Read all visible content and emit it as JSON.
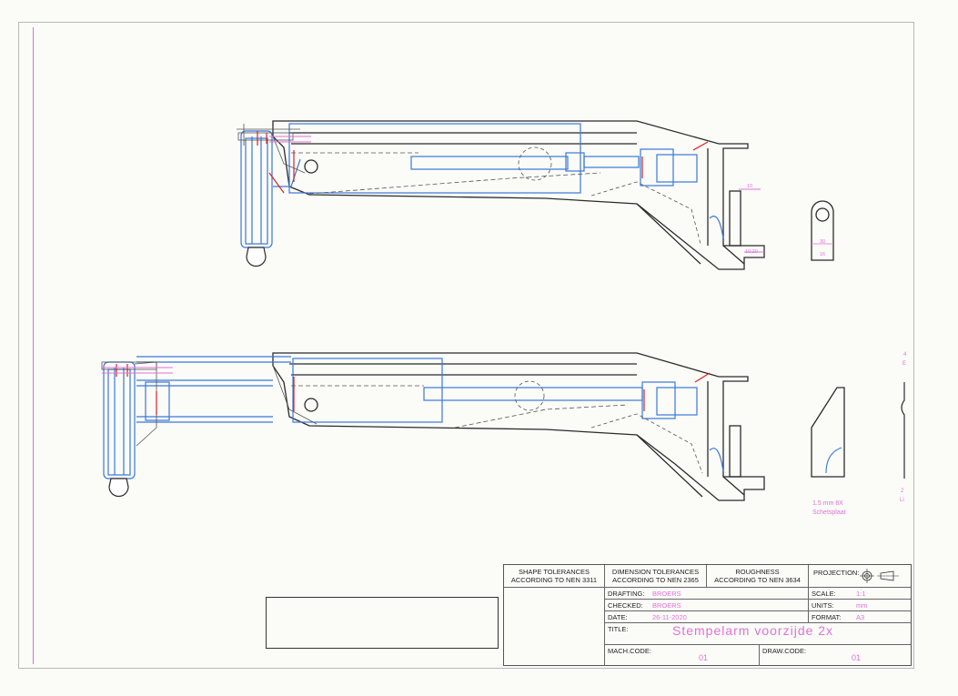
{
  "dimension_labels": {
    "top_view": [
      "10",
      "10,20"
    ],
    "side_view": [
      "30",
      "16"
    ]
  },
  "note": {
    "line1": "1.5 mm 8X",
    "line2": "Schetsplaat"
  },
  "edge_marks": {
    "top": [
      "4",
      "E"
    ],
    "bottom": [
      "2",
      "Li"
    ]
  },
  "title_block": {
    "shape_tolerances": {
      "line1": "SHAPE TOLERANCES",
      "line2": "ACCORDING TO NEN 3311"
    },
    "dimension_tolerances": {
      "line1": "DIMENSION TOLERANCES",
      "line2": "ACCORDING TO NEN 2365"
    },
    "roughness": {
      "line1": "ROUGHNESS",
      "line2": "ACCORDING TO NEN 3634"
    },
    "projection_label": "PROJECTION:",
    "drafting_label": "DRAFTING:",
    "drafting_value": "BROERS",
    "checked_label": "CHECKED:",
    "checked_value": "BROERS",
    "date_label": "DATE:",
    "date_value": "26-11-2020",
    "scale_label": "SCALE:",
    "scale_value": "1:1",
    "units_label": "UNITS:",
    "units_value": "mm",
    "format_label": "FORMAT:",
    "format_value": "A3",
    "title_label": "TITLE:",
    "title_value": "Stempelarm voorzijde 2x",
    "mach_code_label": "MACH.CODE:",
    "mach_code_value": "01",
    "draw_code_label": "DRAW.CODE:",
    "draw_code_value": "01"
  },
  "colors": {
    "outline": "#2b2b2b",
    "hidden_blue": "#3a78d8",
    "annotation_pink": "#e070d8",
    "accent_red": "#e02020"
  }
}
